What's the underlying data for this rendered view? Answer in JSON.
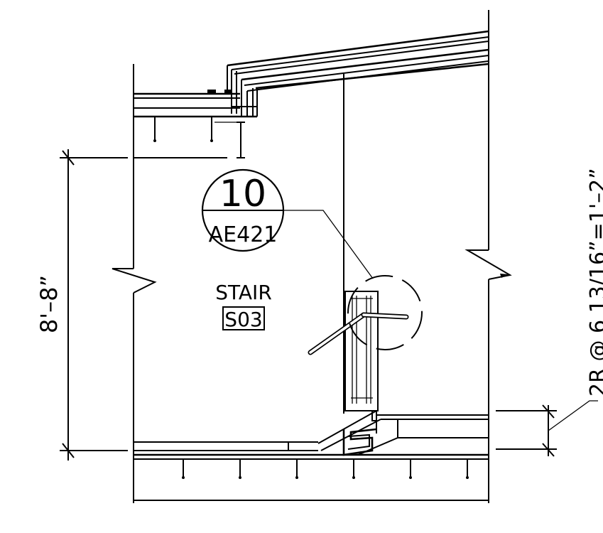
{
  "callout": {
    "detail_number": "10",
    "sheet_number": "AE421"
  },
  "room": {
    "name": "STAIR",
    "number": "S03"
  },
  "dimensions": {
    "vertical_height": "8'–8”",
    "riser_note": "2R @ 6 13/16”=1'–2”"
  }
}
